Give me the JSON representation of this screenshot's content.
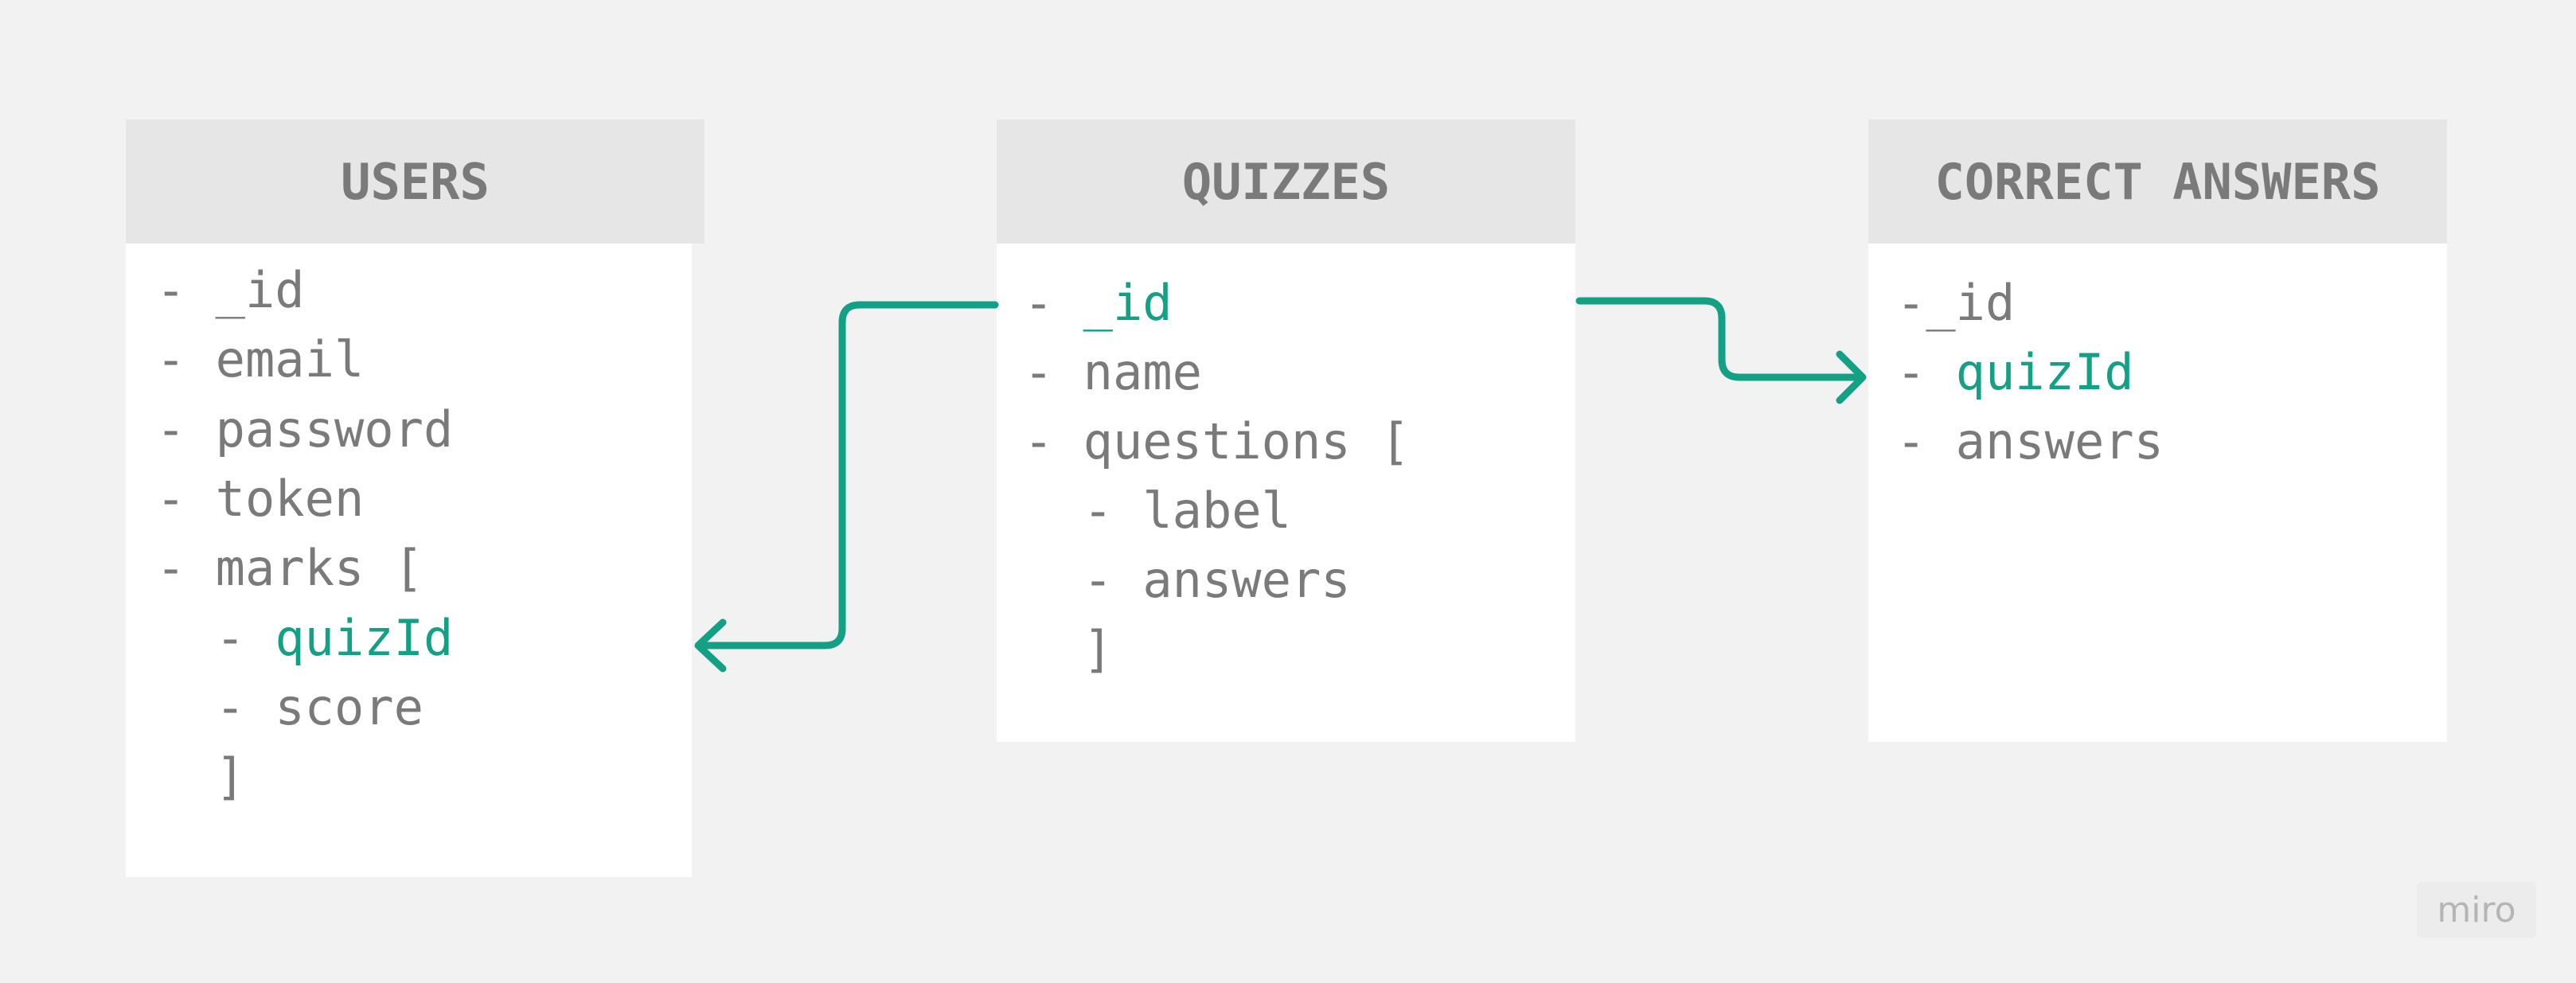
{
  "accent_color": "#14a085",
  "text_color": "#7a7a7a",
  "users": {
    "title": "USERS",
    "fields": [
      {
        "dash": "- ",
        "name": "_id",
        "key": false
      },
      {
        "dash": "- ",
        "name": "email",
        "key": false
      },
      {
        "dash": "- ",
        "name": "password",
        "key": false
      },
      {
        "dash": "- ",
        "name": "token",
        "key": false
      },
      {
        "dash": "- ",
        "name": "marks [",
        "key": false
      },
      {
        "dash": "  - ",
        "name": "quizId",
        "key": true
      },
      {
        "dash": "  - ",
        "name": "score",
        "key": false
      },
      {
        "dash": "  ",
        "name": "]",
        "key": false
      }
    ]
  },
  "quizzes": {
    "title": "QUIZZES",
    "fields": [
      {
        "dash": "- ",
        "name": "_id",
        "key": true
      },
      {
        "dash": "- ",
        "name": "name",
        "key": false
      },
      {
        "dash": "- ",
        "name": "questions [",
        "key": false
      },
      {
        "dash": "  - ",
        "name": "label",
        "key": false
      },
      {
        "dash": "  - ",
        "name": "answers",
        "key": false
      },
      {
        "dash": "  ",
        "name": "]",
        "key": false
      }
    ]
  },
  "correct_answers": {
    "title": "CORRECT ANSWERS",
    "fields": [
      {
        "dash": "-",
        "name": "_id",
        "key": false
      },
      {
        "dash": "- ",
        "name": "quizId",
        "key": true
      },
      {
        "dash": "- ",
        "name": "answers",
        "key": false
      }
    ]
  },
  "watermark": {
    "text": "miro"
  }
}
